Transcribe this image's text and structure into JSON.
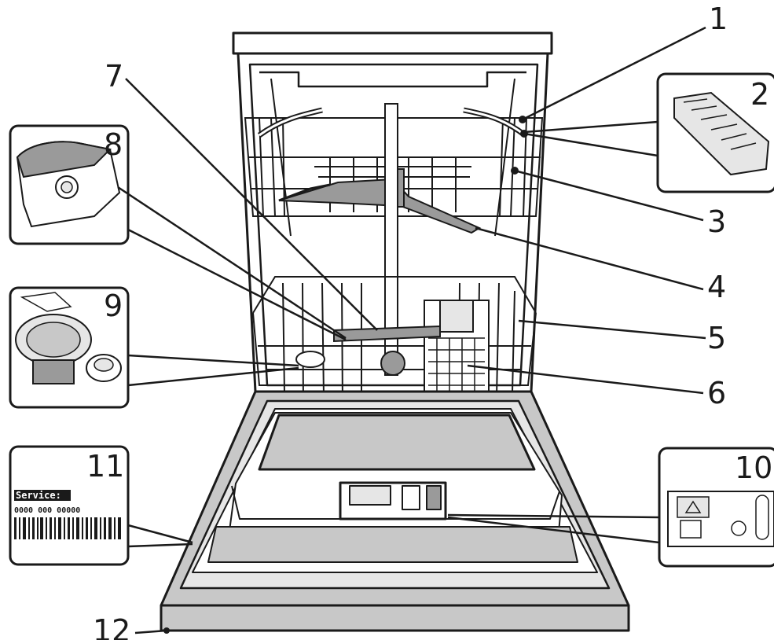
{
  "callouts": [
    {
      "id": "1",
      "label": "1"
    },
    {
      "id": "2",
      "label": "2"
    },
    {
      "id": "3",
      "label": "3"
    },
    {
      "id": "4",
      "label": "4"
    },
    {
      "id": "5",
      "label": "5"
    },
    {
      "id": "6",
      "label": "6"
    },
    {
      "id": "7",
      "label": "7"
    },
    {
      "id": "8",
      "label": "8"
    },
    {
      "id": "9",
      "label": "9"
    },
    {
      "id": "10",
      "label": "10"
    },
    {
      "id": "11",
      "label": "11"
    },
    {
      "id": "12",
      "label": "12"
    }
  ],
  "service_label": {
    "title": "Service:",
    "code": "0000 000 00000"
  },
  "colors": {
    "line": "#1a1a1a",
    "panel_fill": "#c8c8c8",
    "light_fill": "#e6e6e6",
    "dark_fill": "#9a9a9a",
    "white": "#ffffff"
  }
}
